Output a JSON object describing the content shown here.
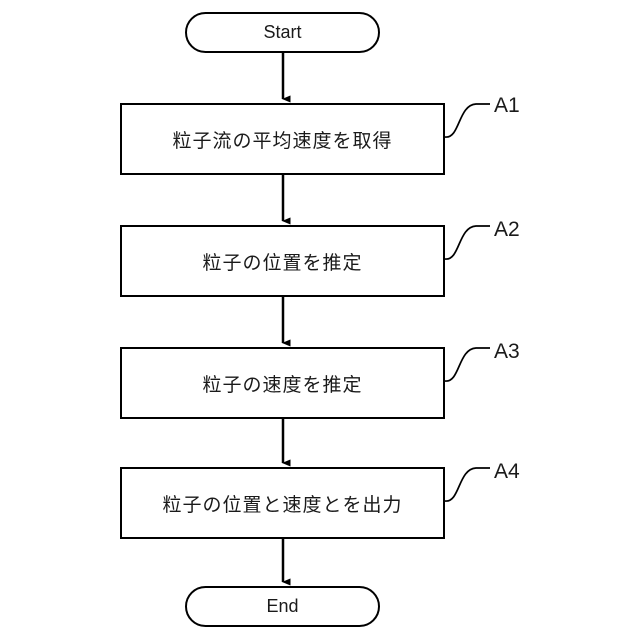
{
  "diagram": {
    "type": "flowchart",
    "start_label": "Start",
    "end_label": "End",
    "steps": [
      {
        "ref": "A1",
        "text": "粒子流の平均速度を取得"
      },
      {
        "ref": "A2",
        "text": "粒子の位置を推定"
      },
      {
        "ref": "A3",
        "text": "粒子の速度を推定"
      },
      {
        "ref": "A4",
        "text": "粒子の位置と速度とを出力"
      }
    ],
    "flow_order": [
      "Start",
      "A1",
      "A2",
      "A3",
      "A4",
      "End"
    ],
    "colors": {
      "line": "#000000",
      "background": "#ffffff",
      "box_fill": "#ffffff",
      "text": "#1a1a1a"
    }
  }
}
